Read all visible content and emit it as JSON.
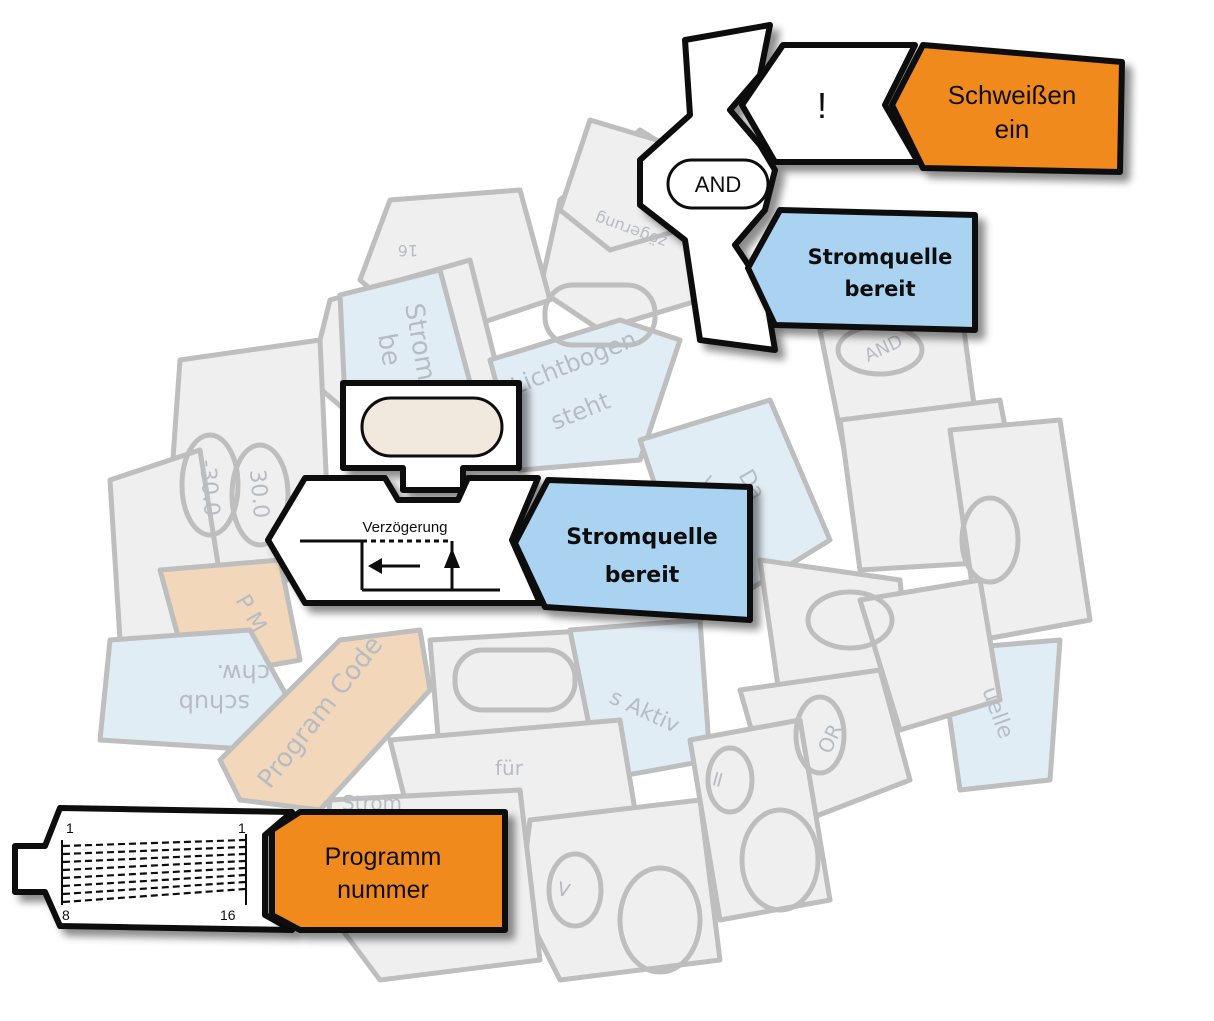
{
  "colors": {
    "orange": "#f08a1e",
    "blue": "#a9d3f1",
    "white": "#ffffff",
    "outline": "#111111",
    "faded_gray": "#e3e3e3",
    "faded_blue": "#c9dfee",
    "faded_orange": "#e8b884"
  },
  "tiles": {
    "schweissen": {
      "line1": "Schweißen",
      "line2": "ein"
    },
    "not_gate": {
      "label": "!"
    },
    "and_gate": {
      "label": "AND"
    },
    "strom_top": {
      "line1": "Stromquelle",
      "line2": "bereit"
    },
    "delay": {
      "label": "Verzögerung"
    },
    "strom_mid": {
      "line1": "Stromquelle",
      "line2": "bereit"
    },
    "program_selector": {
      "top_left": "1",
      "top_right": "1",
      "bottom_left": "8",
      "bottom_right": "16"
    },
    "programm": {
      "line1": "Programm",
      "line2": "nummer"
    }
  },
  "background_pile": {
    "labels": [
      "Strom",
      "be",
      "Lichtbogen",
      "steht",
      "-30.0",
      "30.0",
      "Program Code",
      "schub",
      "chw.",
      "für",
      "Strom",
      "s Aktiv",
      "AND",
      "OR",
      "=",
      "<",
      "uelle",
      "16",
      "zögerung",
      "Da",
      "vo",
      "P M"
    ]
  }
}
